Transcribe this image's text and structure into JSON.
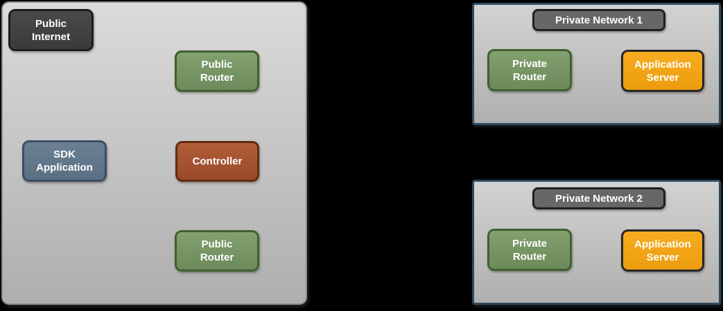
{
  "colors": {
    "background": "#000000",
    "public_area_fill_top": "#dbdbdb",
    "public_area_fill_bottom": "#aeaeae",
    "public_area_border": "#8d8d8d",
    "network_fill_top": "#d2d2d2",
    "network_fill_bottom": "#b0b0b0",
    "network_border": "#2d4a5e",
    "dark_node_fill": "#3f3f3f",
    "dark_node_border": "#1d1d1d",
    "title_node_fill": "#676767",
    "green_node_fill": "#78936a",
    "green_node_border": "#40602f",
    "slate_node_fill": "#64788c",
    "slate_node_border": "#3a4e63",
    "rust_node_fill": "#a65431",
    "rust_node_border": "#612d10",
    "orange_node_fill": "#f2a417",
    "orange_node_border": "#262626",
    "node_text": "#ffffff"
  },
  "public_area": {
    "nodes": {
      "public_internet": {
        "label": "Public\nInternet"
      },
      "public_router_top": {
        "label": "Public\nRouter"
      },
      "sdk_application": {
        "label": "SDK\nApplication"
      },
      "controller": {
        "label": "Controller"
      },
      "public_router_bottom": {
        "label": "Public\nRouter"
      }
    }
  },
  "private_network_1": {
    "title": "Private Network 1",
    "nodes": {
      "private_router": {
        "label": "Private\nRouter"
      },
      "application_server": {
        "label": "Application\nServer"
      }
    }
  },
  "private_network_2": {
    "title": "Private Network 2",
    "nodes": {
      "private_router": {
        "label": "Private\nRouter"
      },
      "application_server": {
        "label": "Application\nServer"
      }
    }
  }
}
